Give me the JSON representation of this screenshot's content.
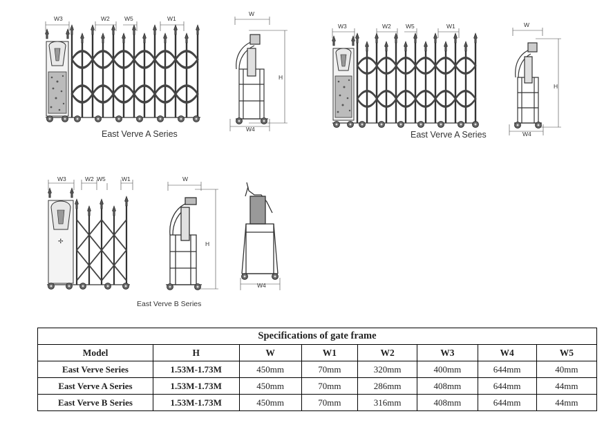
{
  "figures": [
    {
      "caption": "East Verve A Series",
      "labels": [
        "W3",
        "W2",
        "W5",
        "W1"
      ],
      "side_labels": [
        "W",
        "H",
        "W4"
      ]
    },
    {
      "caption": "East Verve A Series",
      "labels": [
        "W3",
        "W2",
        "W5",
        "W1"
      ],
      "side_labels": [
        "W",
        "H",
        "W4"
      ]
    },
    {
      "caption": "East Verve B Series",
      "labels": [
        "W3",
        "W2",
        "W5",
        "W1"
      ],
      "side_labels": [
        "W",
        "H",
        "W4"
      ]
    }
  ],
  "table": {
    "title": "Specifications of gate frame",
    "headers": [
      "Model",
      "H",
      "W",
      "W1",
      "W2",
      "W3",
      "W4",
      "W5"
    ],
    "rows": [
      [
        "East Verve Series",
        "1.53M-1.73M",
        "450mm",
        "70mm",
        "320mm",
        "400mm",
        "644mm",
        "40mm"
      ],
      [
        "East Verve A Series",
        "1.53M-1.73M",
        "450mm",
        "70mm",
        "286mm",
        "408mm",
        "644mm",
        "44mm"
      ],
      [
        "East Verve B Series",
        "1.53M-1.73M",
        "450mm",
        "70mm",
        "316mm",
        "408mm",
        "644mm",
        "44mm"
      ]
    ]
  }
}
